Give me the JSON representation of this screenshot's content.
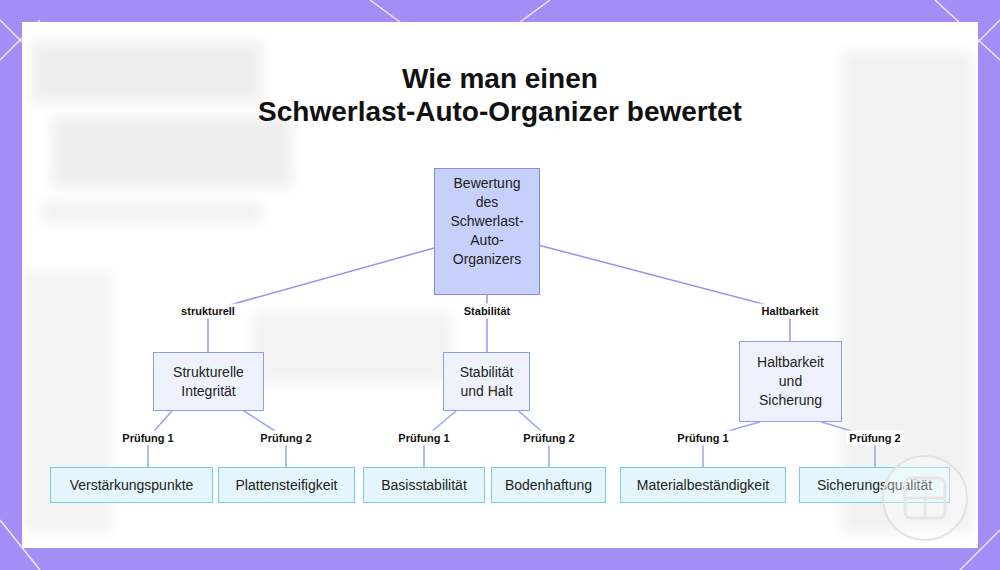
{
  "diagram": {
    "title": "Wie man einen Schwerlast-Auto-Organizer bewertet",
    "nodes": [
      {
        "text": [
          "Bewertung des Schwerlast-Auto-Organizers"
        ]
      },
      {
        "text": [
          "Strukturelle Integrität"
        ]
      },
      {
        "text": [
          "Stabilität und Halt"
        ]
      },
      {
        "text": [
          "Haltbarkeit und Sicherung"
        ]
      },
      {
        "text": [
          "Verstärkungspunkte"
        ]
      },
      {
        "text": [
          "Plattensteifigkeit"
        ]
      },
      {
        "text": [
          "Basisstabilität"
        ]
      },
      {
        "text": [
          "Bodenhaftung"
        ]
      },
      {
        "text": [
          "Materialbeständigkeit"
        ]
      },
      {
        "text": [
          "Sicherungsqualität"
        ]
      }
    ],
    "edges": [
      {
        "from": 0,
        "to": 1,
        "label": "strukturell",
        "arrow": "none"
      },
      {
        "from": 0,
        "to": 2,
        "label": "Stabilität",
        "arrow": "none"
      },
      {
        "from": 0,
        "to": 3,
        "label": "Haltbarkeit",
        "arrow": "none"
      },
      {
        "from": 1,
        "to": 4,
        "label": "Prüfung 1",
        "arrow": "none"
      },
      {
        "from": 1,
        "to": 5,
        "label": "Prüfung 2",
        "arrow": "none"
      },
      {
        "from": 2,
        "to": 6,
        "label": "Prüfung 1",
        "arrow": "none"
      },
      {
        "from": 2,
        "to": 7,
        "label": "Prüfung 2",
        "arrow": "none"
      },
      {
        "from": 3,
        "to": 8,
        "label": "Prüfung 1",
        "arrow": "none"
      },
      {
        "from": 3,
        "to": 9,
        "label": "Prüfung 2",
        "arrow": "none"
      }
    ]
  }
}
